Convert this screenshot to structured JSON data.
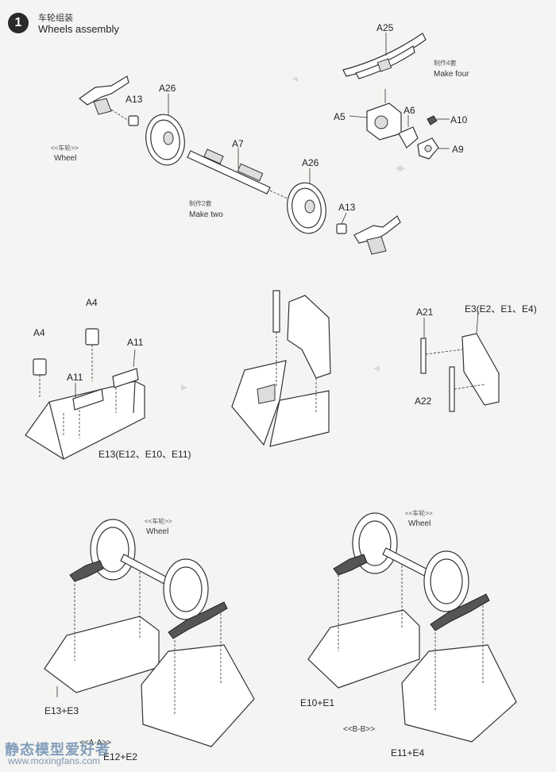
{
  "step": {
    "number": "1",
    "title_zh": "车轮组装",
    "title_en": "Wheels assembly"
  },
  "part_labels": {
    "a25": "A25",
    "make_four_zh": "制作4套",
    "make_four_en": "Make four",
    "a5": "A5",
    "a6": "A6",
    "a10": "A10",
    "a9": "A9",
    "a13_left": "A13",
    "a26_left": "A26",
    "wheel_zh_1": "<<车轮>>",
    "wheel_en_1": "Wheel",
    "a7": "A7",
    "a26_right": "A26",
    "a13_right": "A13",
    "make_two_zh": "制作2套",
    "make_two_en": "Make two",
    "a4_top": "A4",
    "a4_left": "A4",
    "a11_right": "A11",
    "a11_left": "A11",
    "e13_group": "E13(E12、E10、E11)",
    "a21": "A21",
    "e3_group": "E3(E2、E1、E4)",
    "a22": "A22",
    "wheel_zh_2": "<<车轮>>",
    "wheel_en_2": "Wheel",
    "wheel_zh_3": "<<车轮>>",
    "wheel_en_3": "Wheel",
    "e13_e3": "E13+E3",
    "e12_e2": "E12+E2",
    "section_a": "<<A-A>>",
    "e10_e1": "E10+E1",
    "section_b": "<<B-B>>",
    "e11_e4": "E11+E4"
  },
  "watermark": {
    "text": "静态模型爱好者",
    "url": "www.moxingfans.com"
  }
}
